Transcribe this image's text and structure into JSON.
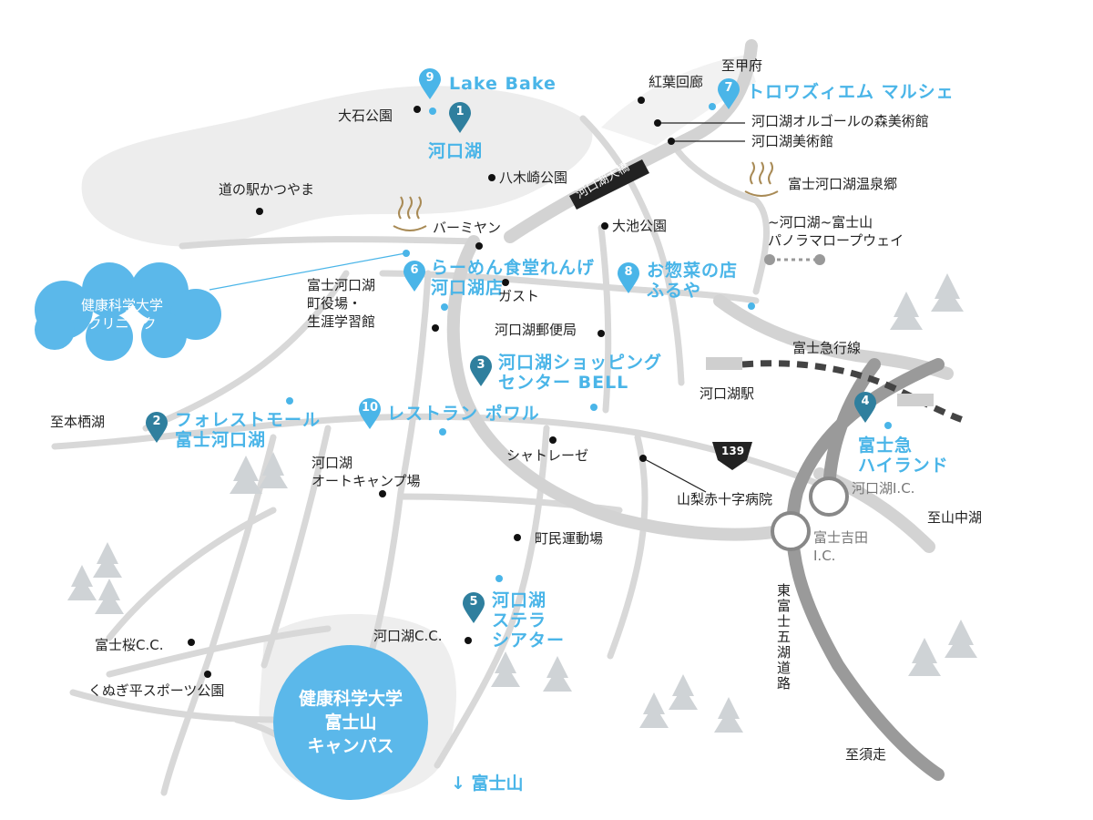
{
  "colors": {
    "accent": "#4ab5e8",
    "pin": "#1c8fc8",
    "pin_dark": "#2f7f9e",
    "road": "#d8d8d8",
    "highway": "#9a9a9a",
    "lake": "#ededed",
    "railway": "#444444"
  },
  "campus": {
    "label": "健康科学大学\n富士山\nキャンパス"
  },
  "clinic": {
    "label": "健康科学大学\nクリニック"
  },
  "direction_fuji": "↓ 富士山",
  "route_number": "139",
  "bridge_label": "河口湖大橋",
  "highway_label": "東富士五湖道路",
  "spots": [
    {
      "num": "1",
      "name": "河口湖"
    },
    {
      "num": "2",
      "name": "フォレストモール\n富士河口湖"
    },
    {
      "num": "3",
      "name": "河口湖ショッピング\nセンター BELL"
    },
    {
      "num": "4",
      "name": "富士急\nハイランド"
    },
    {
      "num": "5",
      "name": "河口湖\nステラ\nシアター"
    },
    {
      "num": "6",
      "name": "らーめん食堂れんげ\n河口湖店"
    },
    {
      "num": "7",
      "name": "トロワズィエム マルシェ"
    },
    {
      "num": "8",
      "name": "お惣菜の店\nふるや"
    },
    {
      "num": "9",
      "name": "Lake Bake"
    },
    {
      "num": "10",
      "name": "レストラン ポワル"
    }
  ],
  "places": [
    "大石公園",
    "紅葉回廊",
    "至甲府",
    "河口湖オルゴールの森美術館",
    "河口湖美術館",
    "八木崎公園",
    "道の駅かつやま",
    "富士河口湖温泉郷",
    "バーミヤン",
    "大池公園",
    "~河口湖~富士山\nパノラマロープウェイ",
    "富士河口湖\n町役場・\n生涯学習館",
    "ガスト",
    "河口湖郵便局",
    "富士急行線",
    "河口湖駅",
    "至本栖湖",
    "シャトレーゼ",
    "山梨赤十字病院",
    "河口湖\nオートキャンプ場",
    "町民運動場",
    "至山中湖",
    "河口湖C.C.",
    "富士桜C.C.",
    "くぬぎ平スポーツ公園",
    "至須走"
  ],
  "interchanges": [
    "河口湖I.C.",
    "富士吉田\nI.C."
  ]
}
